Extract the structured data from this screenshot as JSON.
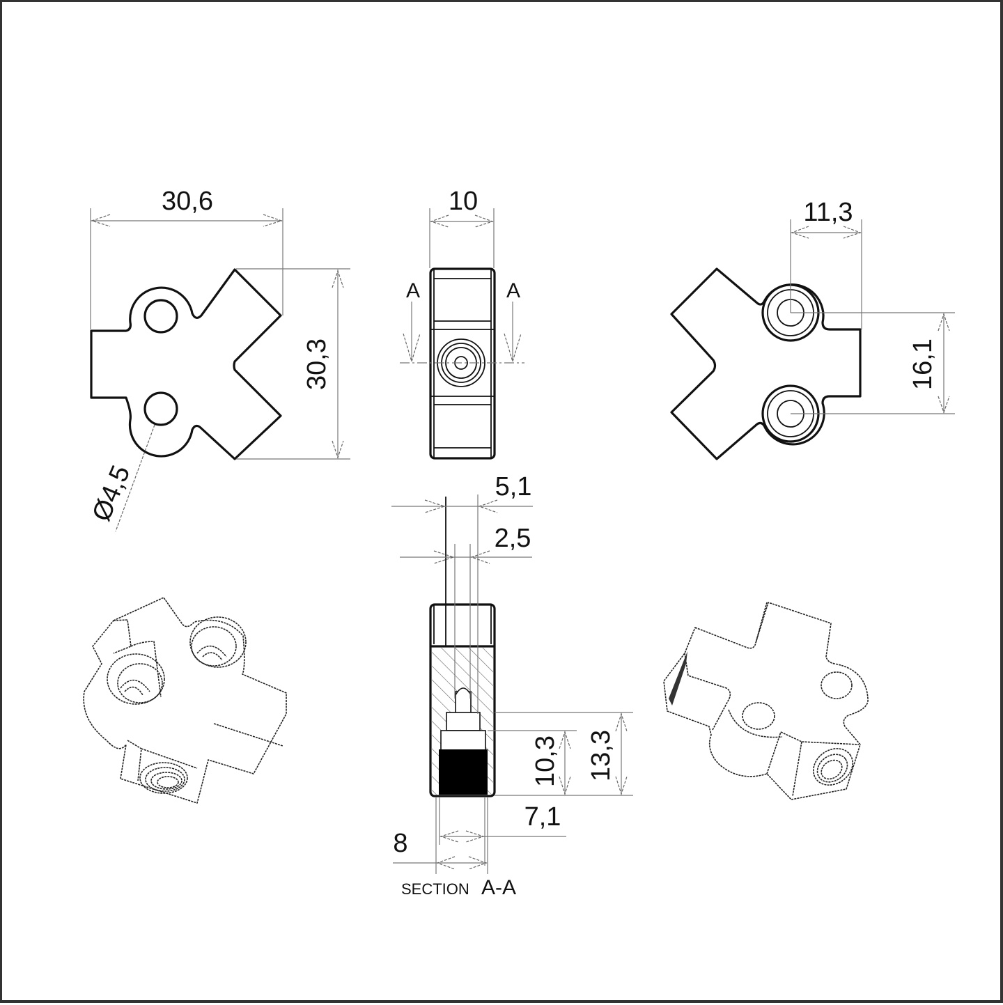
{
  "drawing": {
    "line_color": "#111111",
    "dim_line_color": "#777777",
    "frame_color": "#333333"
  },
  "front_view": {
    "width_dim": "30,6",
    "height_dim": "30,3",
    "hole_dim": "Ø4,5"
  },
  "side_view": {
    "width_dim": "10",
    "section_mark_left": "A",
    "section_mark_right": "A"
  },
  "rear_view": {
    "hole_offset_dim": "11,3",
    "hole_spacing_dim": "16,1"
  },
  "section_view": {
    "dim_top_outer": "5,1",
    "dim_top_inner": "2,5",
    "dim_depth_inner": "10,3",
    "dim_depth_outer": "13,3",
    "dim_thread_dia": "7,1",
    "dim_bore_dia": "8",
    "caption_prefix": "SECTION",
    "caption_id": "A-A"
  },
  "iso_views": [
    {
      "name": "isometric-view-left"
    },
    {
      "name": "isometric-view-right"
    }
  ]
}
